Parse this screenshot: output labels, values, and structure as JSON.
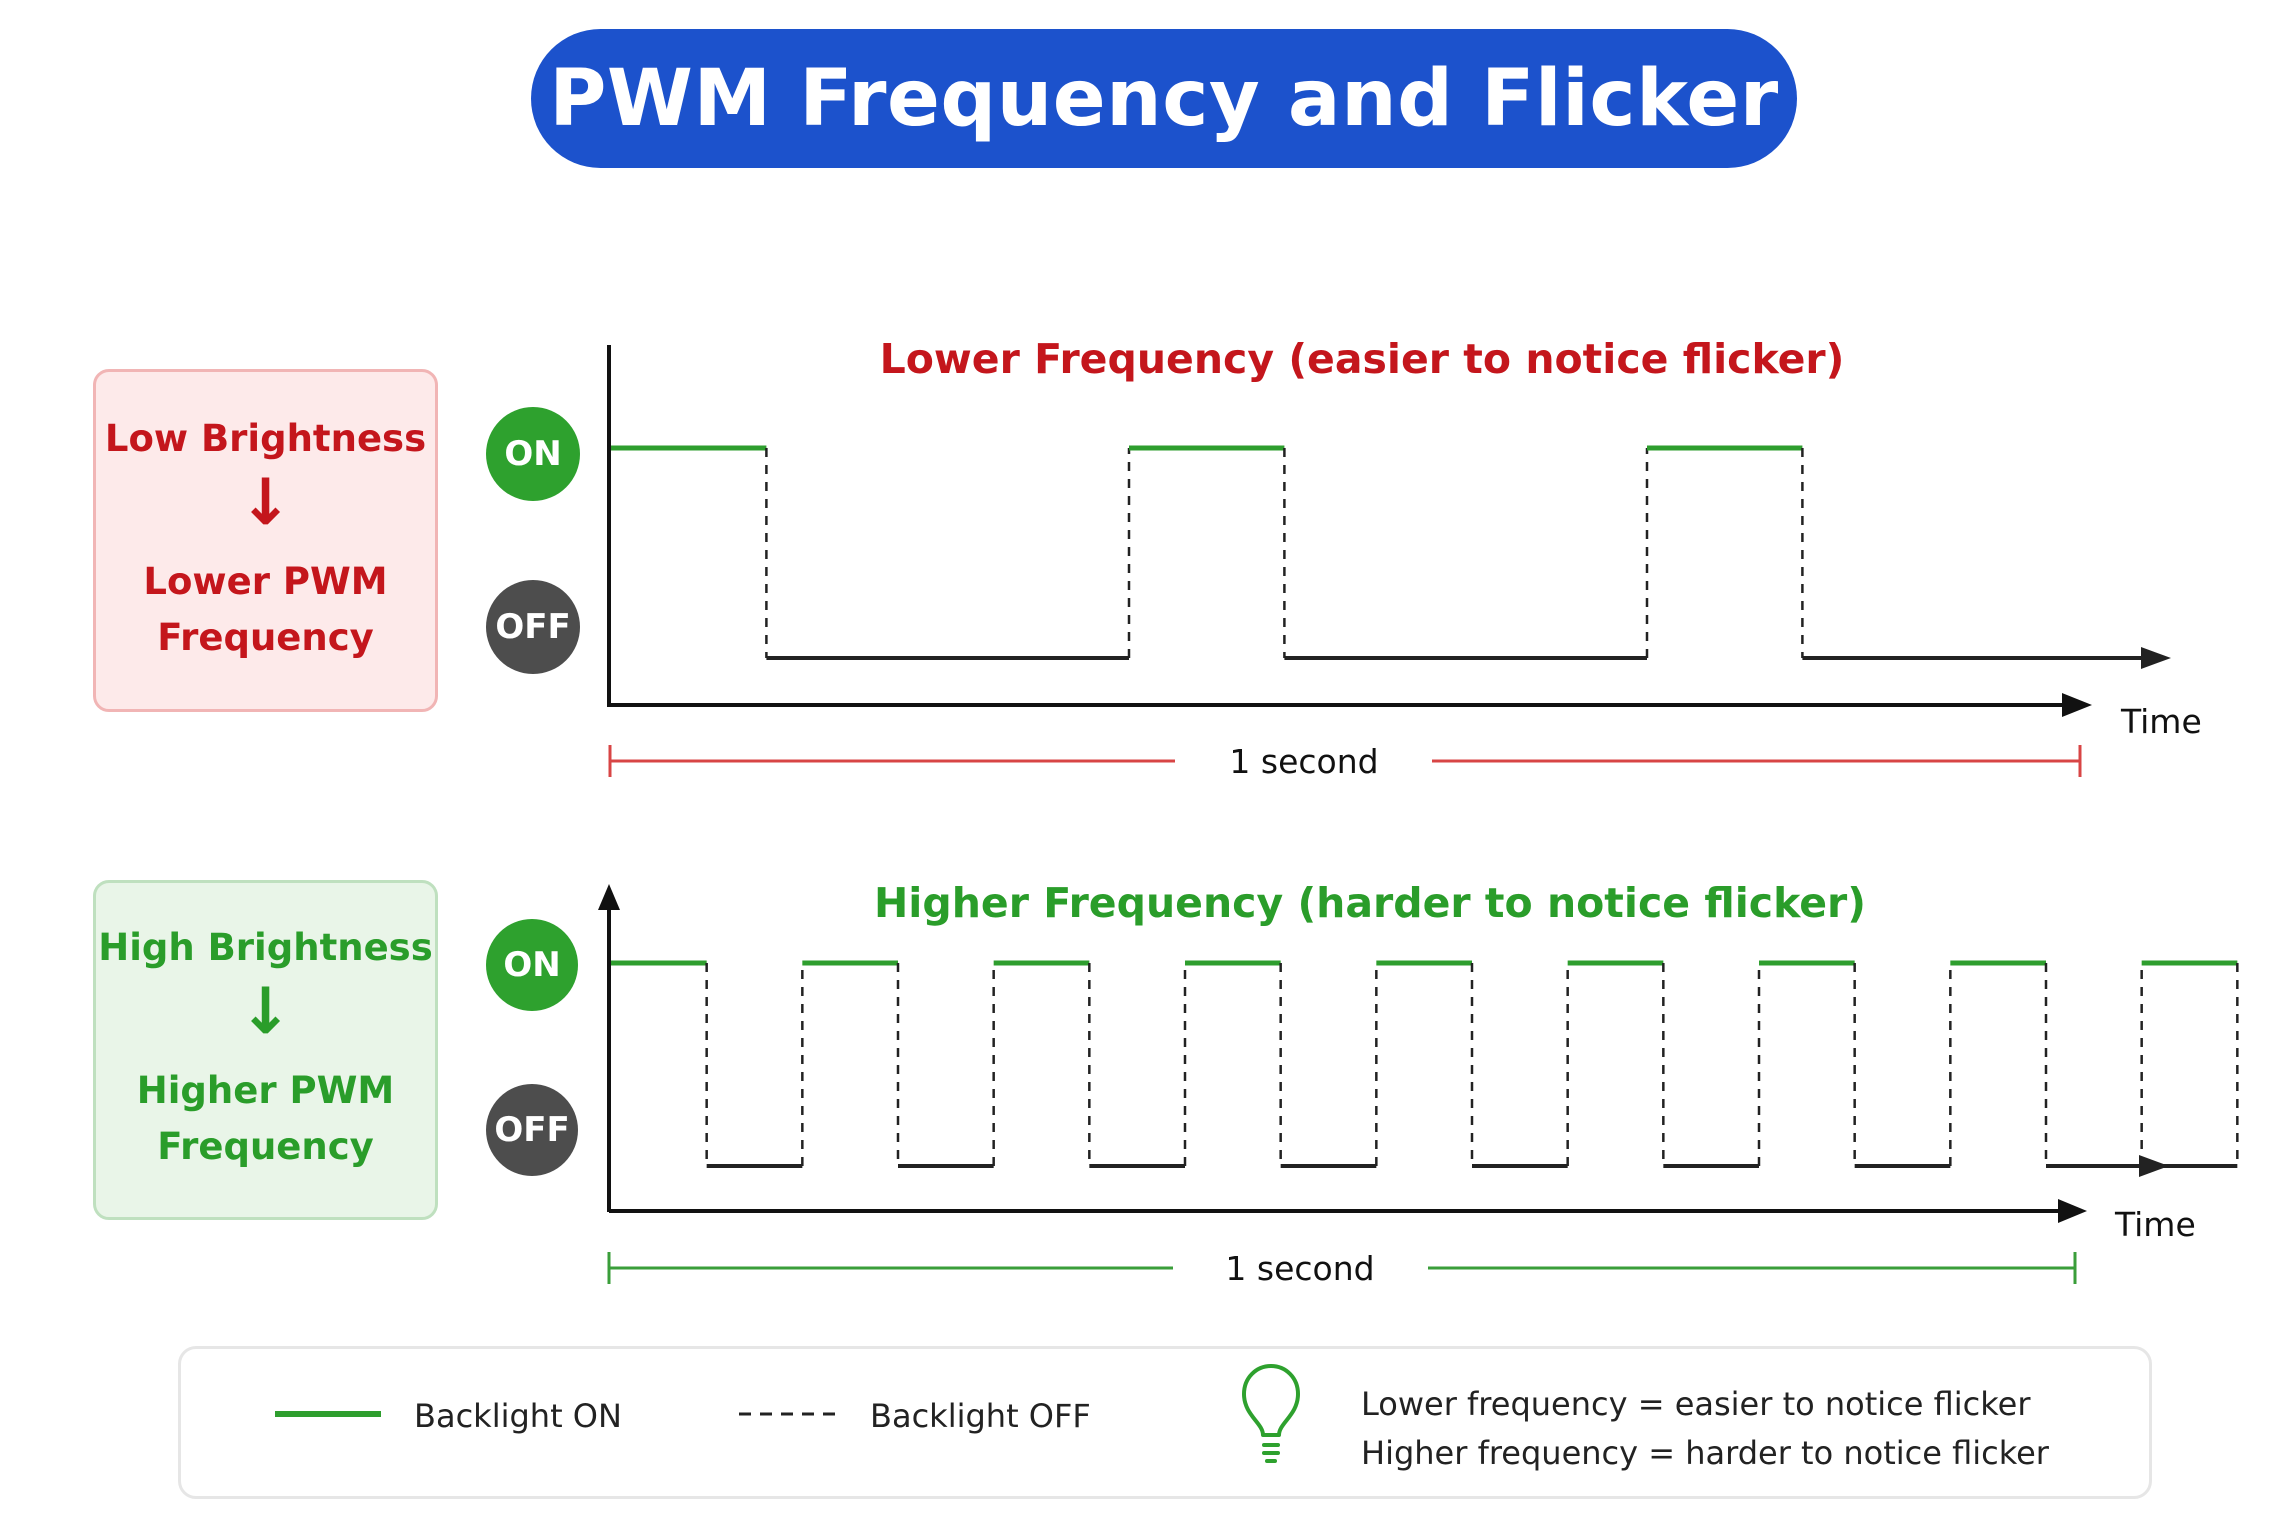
{
  "title": "PWM Frequency and Flicker",
  "colors": {
    "title_bg": "#1c52cc",
    "low_accent": "#c4161c",
    "high_accent": "#2a9d2a",
    "on_green": "#2ea12e",
    "off_gray": "#4d4d4d",
    "signal_on": "#2e9e2e",
    "signal_off": "#222222"
  },
  "low_panel": {
    "box": {
      "line1": "Low Brightness",
      "arrow": "↓",
      "line2": "Lower PWM Frequency"
    },
    "state_on": "ON",
    "state_off": "OFF",
    "heading": "Lower Frequency (easier to notice flicker)",
    "axis_label": "Time",
    "span_label": "1 second",
    "waveform": {
      "cycles": 3,
      "duty_cycle": 0.3
    }
  },
  "high_panel": {
    "box": {
      "line1": "High Brightness",
      "arrow": "↓",
      "line2": "Higher PWM Frequency"
    },
    "state_on": "ON",
    "state_off": "OFF",
    "heading": "Higher Frequency (harder to notice flicker)",
    "axis_label": "Time",
    "span_label": "1 second",
    "waveform": {
      "cycles": 9,
      "duty_cycle": 0.5
    }
  },
  "legend": {
    "on_label": "Backlight ON",
    "off_label": "Backlight OFF",
    "tip_icon": "lightbulb-icon",
    "tip_line1": "Lower frequency = easier to notice flicker",
    "tip_line2": "Higher frequency = harder to notice flicker"
  }
}
